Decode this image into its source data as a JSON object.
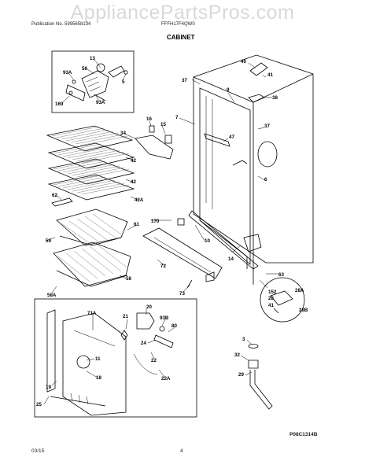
{
  "watermark": "AppliancePartsPros.com",
  "header": {
    "publication": "Publication No. 5995658134",
    "model": "FFFH17F4QW0",
    "section_title": "CABINET"
  },
  "footer": {
    "date": "03/15",
    "page": "4",
    "figure_code": "P08C1314B"
  },
  "callouts": {
    "c13": "13",
    "c50": "50",
    "c93a_1": "93A",
    "c5": "5",
    "c169": "169",
    "c93a_2": "93A",
    "c40": "40",
    "c41": "41",
    "c37_1": "37",
    "c9": "9",
    "c38": "38",
    "c7": "7",
    "c16": "16",
    "c15": "15",
    "c34": "34",
    "c37_2": "37",
    "c47": "47",
    "c42_1": "42",
    "c42_2": "42",
    "c42a": "42A",
    "c6": "6",
    "c62": "62",
    "c170": "170",
    "c61": "61",
    "c10": "10",
    "c59": "59",
    "c14": "14",
    "c72": "72",
    "c58": "58",
    "c63": "63",
    "c58a": "58A",
    "c73": "73",
    "c152": "152",
    "c28a": "28A",
    "c28": "28",
    "c41b": "41",
    "c28b": "28B",
    "c71a": "71A",
    "c20": "20",
    "c21": "21",
    "c93b": "93B",
    "c80": "80",
    "c24": "24",
    "c11": "11",
    "c22": "22",
    "c22a": "22A",
    "c18": "18",
    "c19": "19",
    "c25": "25",
    "c3": "3",
    "c32": "32",
    "c29": "29"
  },
  "icons": [
    "hinge-assembly-icon",
    "shelf-icon",
    "basket-icon",
    "cabinet-icon",
    "heater-icon",
    "drain-hose-icon"
  ]
}
